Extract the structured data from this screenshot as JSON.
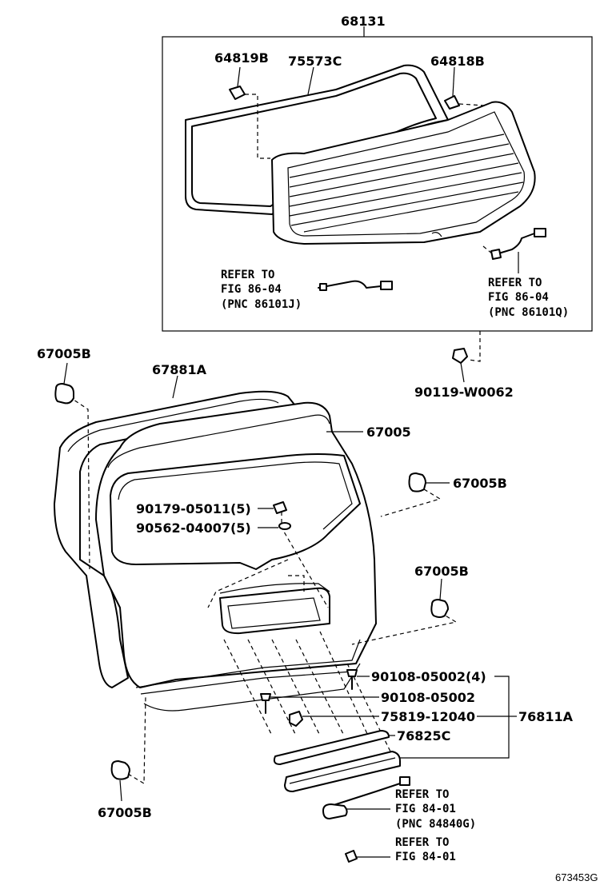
{
  "labels": {
    "l68131": "68131",
    "l64819B": "64819B",
    "l75573C": "75573C",
    "l64818B": "64818B",
    "l67005B_a": "67005B",
    "l67881A": "67881A",
    "l90119": "90119-W0062",
    "l67005": "67005",
    "l67005B_b": "67005B",
    "l90179": "90179-05011(5)",
    "l90562": "90562-04007(5)",
    "l67005B_c": "67005B",
    "l90108a": "90108-05002(4)",
    "l90108b": "90108-05002",
    "l75819": "75819-12040",
    "l76811A": "76811A",
    "l76825C": "76825C",
    "l67005B_d": "67005B",
    "drawing_no": "673453G"
  },
  "refs": {
    "r1": [
      "REFER TO",
      "FIG 86-04",
      "(PNC 86101J)"
    ],
    "r2": [
      "REFER TO",
      "FIG 86-04",
      "(PNC 86101Q)"
    ],
    "r3": [
      "REFER TO",
      "FIG 84-01",
      "(PNC 84840G)"
    ],
    "r4": [
      "REFER TO",
      "FIG 84-01"
    ]
  },
  "colors": {
    "ink": "#000000",
    "paper": "#ffffff"
  }
}
